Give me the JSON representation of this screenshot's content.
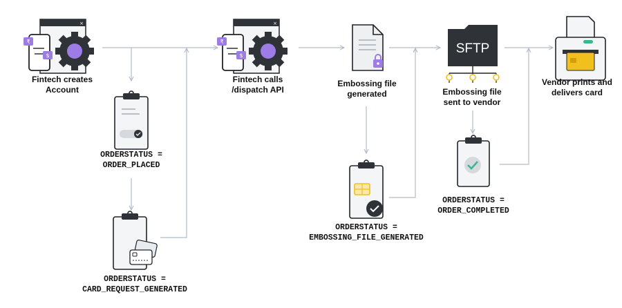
{
  "colors": {
    "arrow": "#b4bcc6",
    "outline": "#1f2328",
    "accent_purple": "#9d7ce6",
    "accent_yellow": "#f2c01e",
    "accent_teal": "#3bb78f",
    "panel_dark": "#2f3338",
    "paper_gray": "#e9ecef"
  },
  "nodes": {
    "fintech_creates": {
      "icon": "fintech-app-gear-icon",
      "line1": "Fintech creates",
      "line2": "Account"
    },
    "fintech_calls": {
      "icon": "fintech-app-gear-icon",
      "line1": "Fintech calls",
      "line2": "/dispatch API"
    },
    "embossing_generated": {
      "icon": "locked-document-icon",
      "line1": "Embossing file",
      "line2": "generated"
    },
    "embossing_sent": {
      "icon": "sftp-server-icon",
      "sftp_text": "SFTP",
      "line1": "Embossing file",
      "line2": "sent to vendor"
    },
    "vendor": {
      "icon": "card-printer-icon",
      "line1": "Vendor prints and",
      "line2": "delivers card"
    }
  },
  "statuses": {
    "order_placed": {
      "icon": "clipboard-toggle-icon",
      "line1": "ORDERSTATUS =",
      "line2": "ORDER_PLACED"
    },
    "card_request": {
      "icon": "clipboard-cards-icon",
      "line1": "ORDERSTATUS =",
      "line2": "CARD_REQUEST_GENERATED"
    },
    "embossing_status": {
      "icon": "clipboard-chip-check-icon",
      "line1": "ORDERSTATUS =",
      "line2": "EMBOSSING_FILE_GENERATED"
    },
    "order_completed": {
      "icon": "clipboard-check-icon",
      "line1": "ORDERSTATUS =",
      "line2": "ORDER_COMPLETED"
    }
  }
}
